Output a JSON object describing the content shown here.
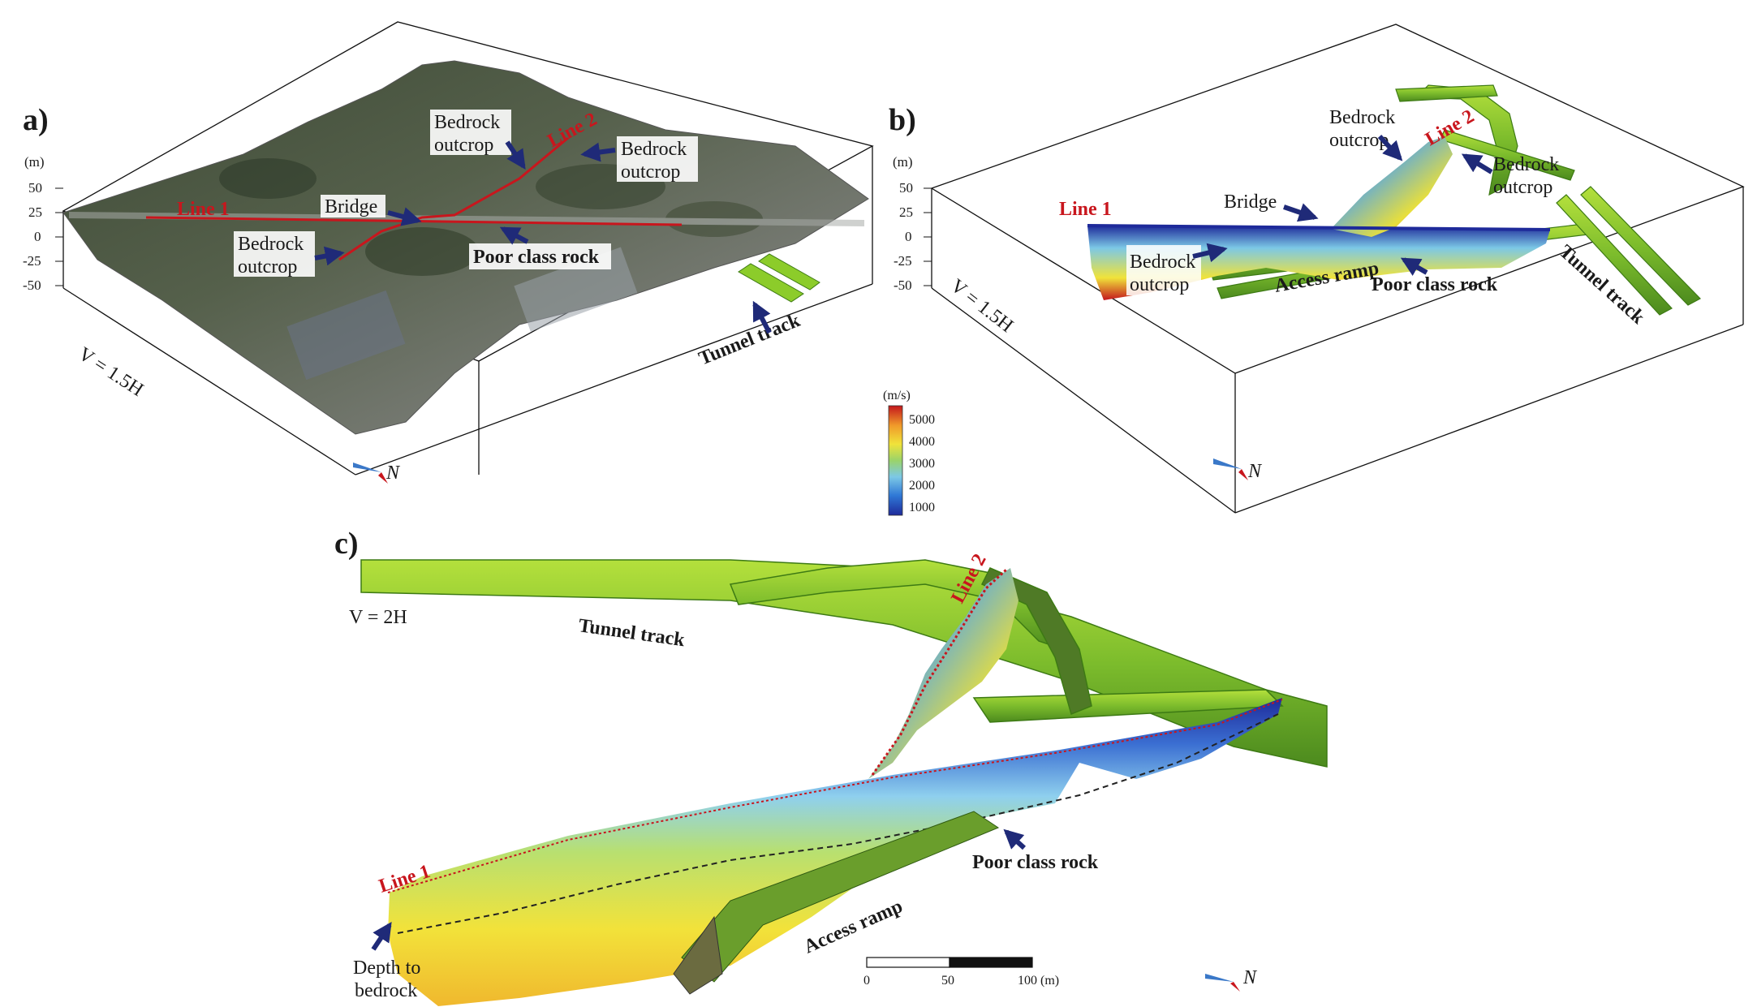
{
  "panels": {
    "a": {
      "letter": "a)",
      "unit": "(m)",
      "ticks": [
        "50",
        "25",
        "0",
        "-25",
        "-50"
      ],
      "scale_note": "V = 1.5H",
      "line1": "Line 1",
      "line2": "Line 2",
      "bridge": "Bridge",
      "bedrock_outcrop_1": [
        "Bedrock",
        "outcrop"
      ],
      "bedrock_outcrop_2": [
        "Bedrock",
        "outcrop"
      ],
      "bedrock_outcrop_3": [
        "Bedrock",
        "outcrop"
      ],
      "poor_class_rock": "Poor class rock",
      "tunnel_track": "Tunnel track",
      "north": "N"
    },
    "b": {
      "letter": "b)",
      "unit": "(m)",
      "ticks": [
        "50",
        "25",
        "0",
        "-25",
        "-50"
      ],
      "scale_note": "V = 1.5H",
      "line1": "Line 1",
      "line2": "Line 2",
      "bridge": "Bridge",
      "bedrock_outcrop_1": [
        "Bedrock",
        "outcrop"
      ],
      "bedrock_outcrop_2": [
        "Bedrock",
        "outcrop"
      ],
      "bedrock_outcrop_3": [
        "Bedrock",
        "outcrop"
      ],
      "access_ramp": "Access ramp",
      "poor_class_rock": "Poor class rock",
      "tunnel_track": "Tunnel track",
      "north": "N"
    },
    "c": {
      "letter": "c)",
      "scale_note": "V = 2H",
      "line1": "Line 1",
      "line2": "Line 2",
      "tunnel_track": "Tunnel track",
      "poor_class_rock": "Poor class rock",
      "access_ramp": "Access ramp",
      "depth_to_bedrock": [
        "Depth to",
        "bedrock"
      ],
      "scalebar_ticks": [
        "0",
        "50",
        "100 (m)"
      ],
      "north": "N"
    }
  },
  "colorbar": {
    "unit": "(m/s)",
    "ticks": [
      "5000",
      "4000",
      "3000",
      "2000",
      "1000"
    ]
  },
  "colors": {
    "line_red": "#c8161d",
    "arrow_navy": "#1f2a78",
    "tunnel_green": "#8ccc2a",
    "box_line": "#111111"
  }
}
